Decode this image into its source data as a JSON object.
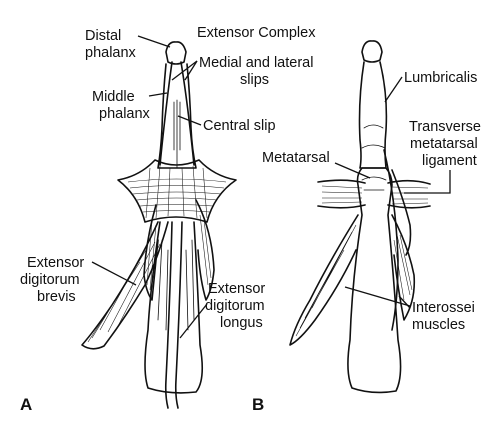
{
  "title": "Extensor Complex",
  "panel_a": {
    "letter": "A",
    "labels": {
      "distal_phalanx": [
        "Distal",
        "phalanx"
      ],
      "middle_phalanx": [
        "Middle",
        "phalanx"
      ],
      "slips": [
        "Medial and lateral",
        "slips"
      ],
      "central_slip": "Central slip",
      "extensor_brevis": [
        "Extensor",
        "digitorum",
        "brevis"
      ],
      "extensor_longus": [
        "Extensor",
        "digitorum",
        "longus"
      ]
    }
  },
  "panel_b": {
    "letter": "B",
    "labels": {
      "lumbricalis": "Lumbricalis",
      "transverse": [
        "Transverse",
        "metatarsal",
        "ligament"
      ],
      "metatarsal": "Metatarsal",
      "interossei": [
        "Interossei",
        "muscles"
      ]
    }
  }
}
